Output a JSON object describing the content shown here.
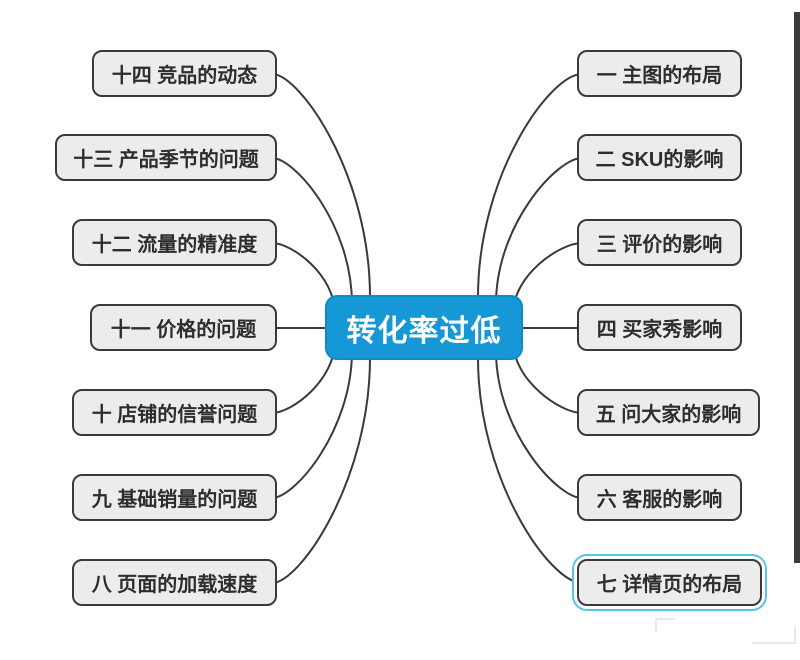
{
  "page": {
    "background": "#ffffff",
    "type": "mindmap"
  },
  "center": {
    "label": "转化率过低",
    "bg_color": "#1697d6",
    "text_color": "#ffffff"
  },
  "left_nodes": [
    {
      "label": "十四 竞品的动态"
    },
    {
      "label": "十三 产品季节的问题"
    },
    {
      "label": "十二 流量的精准度"
    },
    {
      "label": "十一 价格的问题"
    },
    {
      "label": "十 店铺的信誉问题"
    },
    {
      "label": "九 基础销量的问题"
    },
    {
      "label": "八 页面的加载速度"
    }
  ],
  "right_nodes": [
    {
      "label": "一 主图的布局"
    },
    {
      "label": "二 SKU的影响"
    },
    {
      "label": "三 评价的影响"
    },
    {
      "label": "四 买家秀影响"
    },
    {
      "label": "五 问大家的影响"
    },
    {
      "label": "六 客服的影响"
    },
    {
      "label": "七 详情页的布局",
      "selected": true
    }
  ],
  "style": {
    "node_bg": "#ececec",
    "node_border": "#3a3a3a",
    "line_color": "#3a3a3a",
    "selection_color": "#57c4e8"
  }
}
